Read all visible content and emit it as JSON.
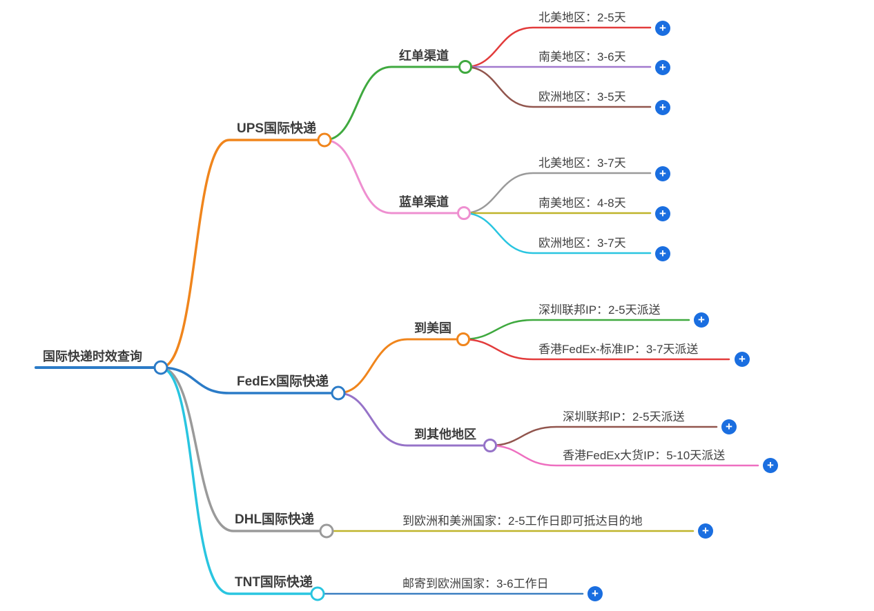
{
  "mindmap": {
    "add_symbol": "+",
    "add_button_color": "#1a6ee0",
    "text_color": "#3c3c3c",
    "root": {
      "label": "国际快递时效查询",
      "color": "#2b7bc7",
      "children": [
        {
          "label": "UPS国际快递",
          "color": "#f0851c",
          "children": [
            {
              "label": "红单渠道",
              "color": "#3fa93f",
              "children": [
                {
                  "label": "北美地区：2-5天",
                  "color": "#e23b3b"
                },
                {
                  "label": "南美地区：3-6天",
                  "color": "#a179ce"
                },
                {
                  "label": "欧洲地区：3-5天",
                  "color": "#91554d"
                }
              ]
            },
            {
              "label": "蓝单渠道",
              "color": "#ee8fd0",
              "children": [
                {
                  "label": "北美地区：3-7天",
                  "color": "#9a9a9a"
                },
                {
                  "label": "南美地区：4-8天",
                  "color": "#bfb42a"
                },
                {
                  "label": "欧洲地区：3-7天",
                  "color": "#29c5e0"
                }
              ]
            }
          ]
        },
        {
          "label": "FedEx国际快递",
          "color": "#2b7bc7",
          "children": [
            {
              "label": "到美国",
              "color": "#f0851c",
              "children": [
                {
                  "label": "深圳联邦IP：2-5天派送",
                  "color": "#3fa93f"
                },
                {
                  "label": "香港FedEx-标准IP：3-7天派送",
                  "color": "#e23b3b"
                }
              ]
            },
            {
              "label": "到其他地区",
              "color": "#9673c8",
              "children": [
                {
                  "label": "深圳联邦IP：2-5天派送",
                  "color": "#91554d"
                },
                {
                  "label": "香港FedEx大货IP：5-10天派送",
                  "color": "#ee6fc0"
                }
              ]
            }
          ]
        },
        {
          "label": "DHL国际快递",
          "color": "#9a9a9a",
          "children": [
            {
              "label": "到欧洲和美洲国家：2-5工作日即可抵达目的地",
              "color": "#bfb42a"
            }
          ]
        },
        {
          "label": "TNT国际快递",
          "color": "#29c5e0",
          "children": [
            {
              "label": "邮寄到欧洲国家：3-6工作日",
              "color": "#3a7fc1"
            }
          ]
        }
      ]
    }
  }
}
